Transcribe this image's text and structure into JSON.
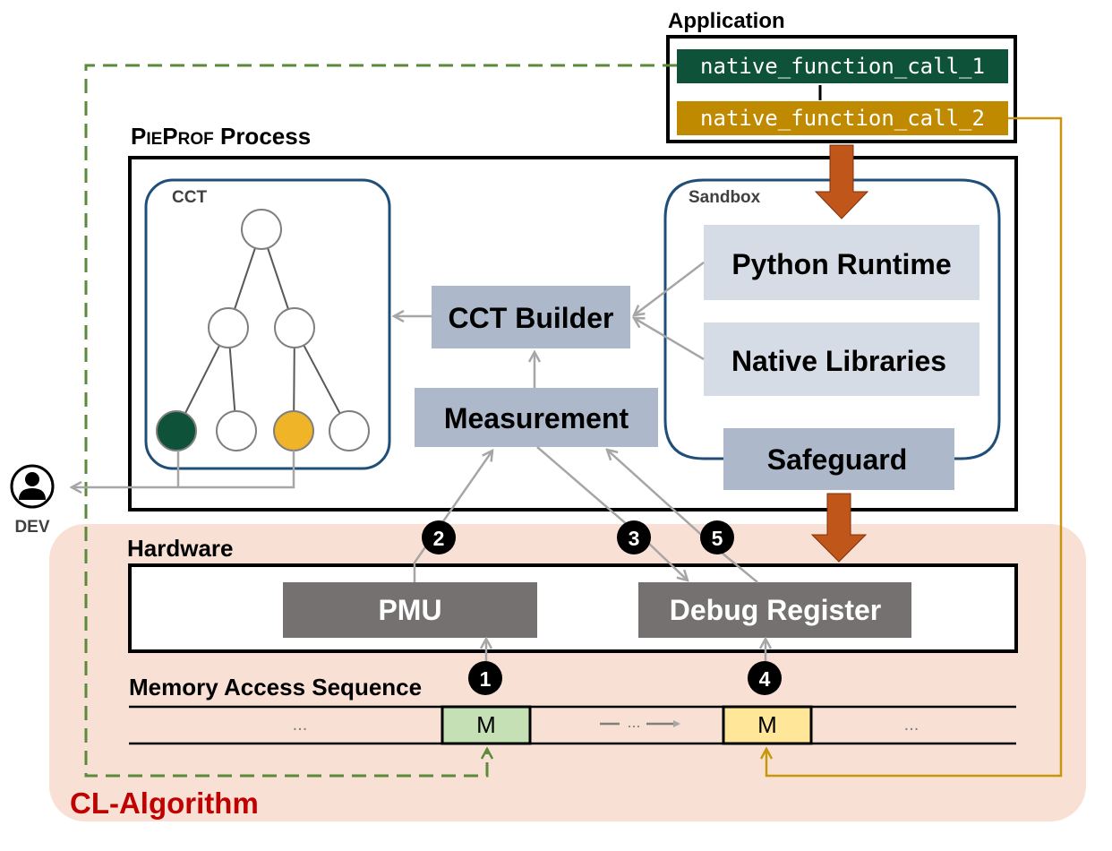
{
  "application": {
    "title": "Application",
    "call_1": "native_function_call_1",
    "call_2": "native_function_call_2"
  },
  "pieprof": {
    "title_prefix": "P",
    "title_small_1": "IE",
    "title_p": "P",
    "title_small_2": "ROF",
    "title_suffix": " Process",
    "cct_label": "CCT",
    "sandbox_label": "Sandbox",
    "cct_builder": "CCT Builder",
    "measurement": "Measurement",
    "python_runtime": "Python Runtime",
    "native_libraries": "Native Libraries",
    "safeguard": "Safeguard"
  },
  "dev_label": "DEV",
  "hardware": {
    "title": "Hardware",
    "pmu": "PMU",
    "debug_register": "Debug Register"
  },
  "memory": {
    "title": "Memory Access Sequence",
    "cell_1": "M",
    "cell_2": "M",
    "ellipsis_left": "...",
    "ellipsis_mid": "...",
    "ellipsis_right": "..."
  },
  "steps": [
    "1",
    "2",
    "3",
    "4",
    "5"
  ],
  "region_label": "CL-Algorithm",
  "colors": {
    "call_1": "#0d5239",
    "call_2": "#c08a00",
    "green_line": "#5a8a3a",
    "gold_line": "#c8960a",
    "orange_arrow": "#c0561a",
    "cl_region": "#f9e0d4",
    "cl_label": "#c00000",
    "box_blue": "#adb9ca",
    "box_light": "#d6dce5",
    "hw_box": "#767171",
    "node_green": "#0d5239",
    "node_gold": "#f0b428",
    "cell_green": "#c5e0b4",
    "cell_yellow": "#ffe699"
  }
}
